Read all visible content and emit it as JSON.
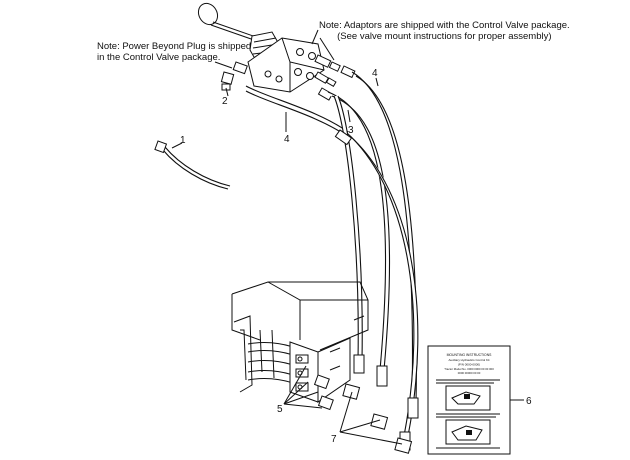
{
  "notes": {
    "power_beyond": [
      "Note: Power Beyond Plug is shipped",
      "in the Control Valve package."
    ],
    "adaptors": [
      "Note: Adaptors are shipped with the Control Valve package.",
      "(See valve mount instructions for proper assembly)"
    ]
  },
  "callouts": {
    "c1": "1",
    "c2": "2",
    "c3": "3",
    "c4a": "4",
    "c4b": "4",
    "c5": "5",
    "c6": "6",
    "c7": "7"
  },
  "instruction_sheet": {
    "heading_lines": [
      "MOUNTING INSTRUCTIONS",
      "Auxiliary Hydraulics Control Kit",
      "(P/N 0000-0000)",
      "Tractor Model No. 0000 0000 00 00 000",
      "0000 00000 00 00"
    ]
  }
}
